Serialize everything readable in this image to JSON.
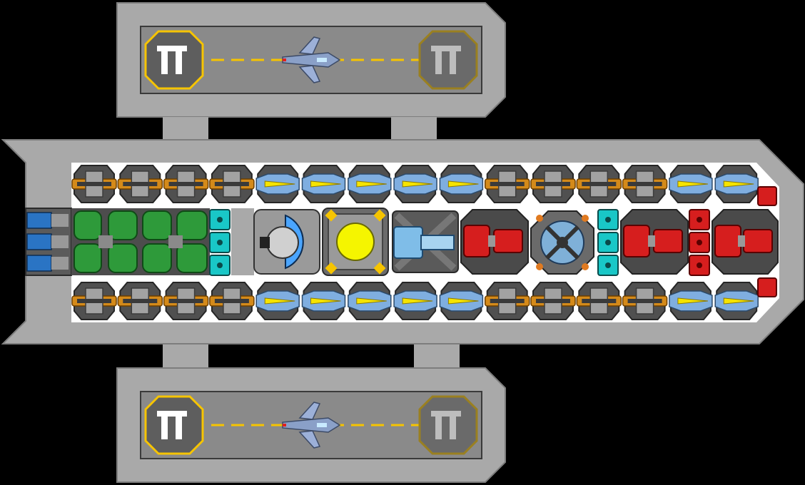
{
  "palette": {
    "hull": "#a9a9a9",
    "hull_edge": "#7d7d7d",
    "bay": "#8a8a8a",
    "deck": "#ffffff",
    "accent_yellow": "#f6c400",
    "teal": "#19c7c7",
    "red": "#d61e1e",
    "green": "#2e9a3a",
    "blue": "#4aa5ff",
    "orange": "#d48a1a"
  },
  "hangars": [
    {
      "id": "top",
      "lane_marker": "yellow-dashed"
    },
    {
      "id": "bottom",
      "lane_marker": "yellow-dashed"
    }
  ],
  "hangar_sign_text": "Π",
  "modules": {
    "turret_row_top": [
      "gun-orange",
      "gun-orange",
      "gun-orange",
      "gun-orange",
      "gun-yellow",
      "gun-yellow",
      "gun-yellow",
      "gun-yellow",
      "gun-yellow",
      "gun-orange",
      "gun-orange",
      "gun-orange",
      "gun-orange",
      "gun-yellow",
      "gun-yellow"
    ],
    "turret_row_bottom": [
      "gun-orange",
      "gun-orange",
      "gun-orange",
      "gun-orange",
      "gun-yellow",
      "gun-yellow",
      "gun-yellow",
      "gun-yellow",
      "gun-yellow",
      "gun-orange",
      "gun-orange",
      "gun-orange",
      "gun-orange",
      "gun-yellow",
      "gun-yellow"
    ],
    "middle_row": [
      "thruster-stack",
      "green-tanks",
      "teal-column-1",
      "shield-generator",
      "reactor-core",
      "blue-cannon",
      "red-engine-1",
      "cross-reactor",
      "teal-column-2",
      "red-engine-2",
      "red-column",
      "red-engine-3"
    ],
    "red_nubs": 2
  }
}
